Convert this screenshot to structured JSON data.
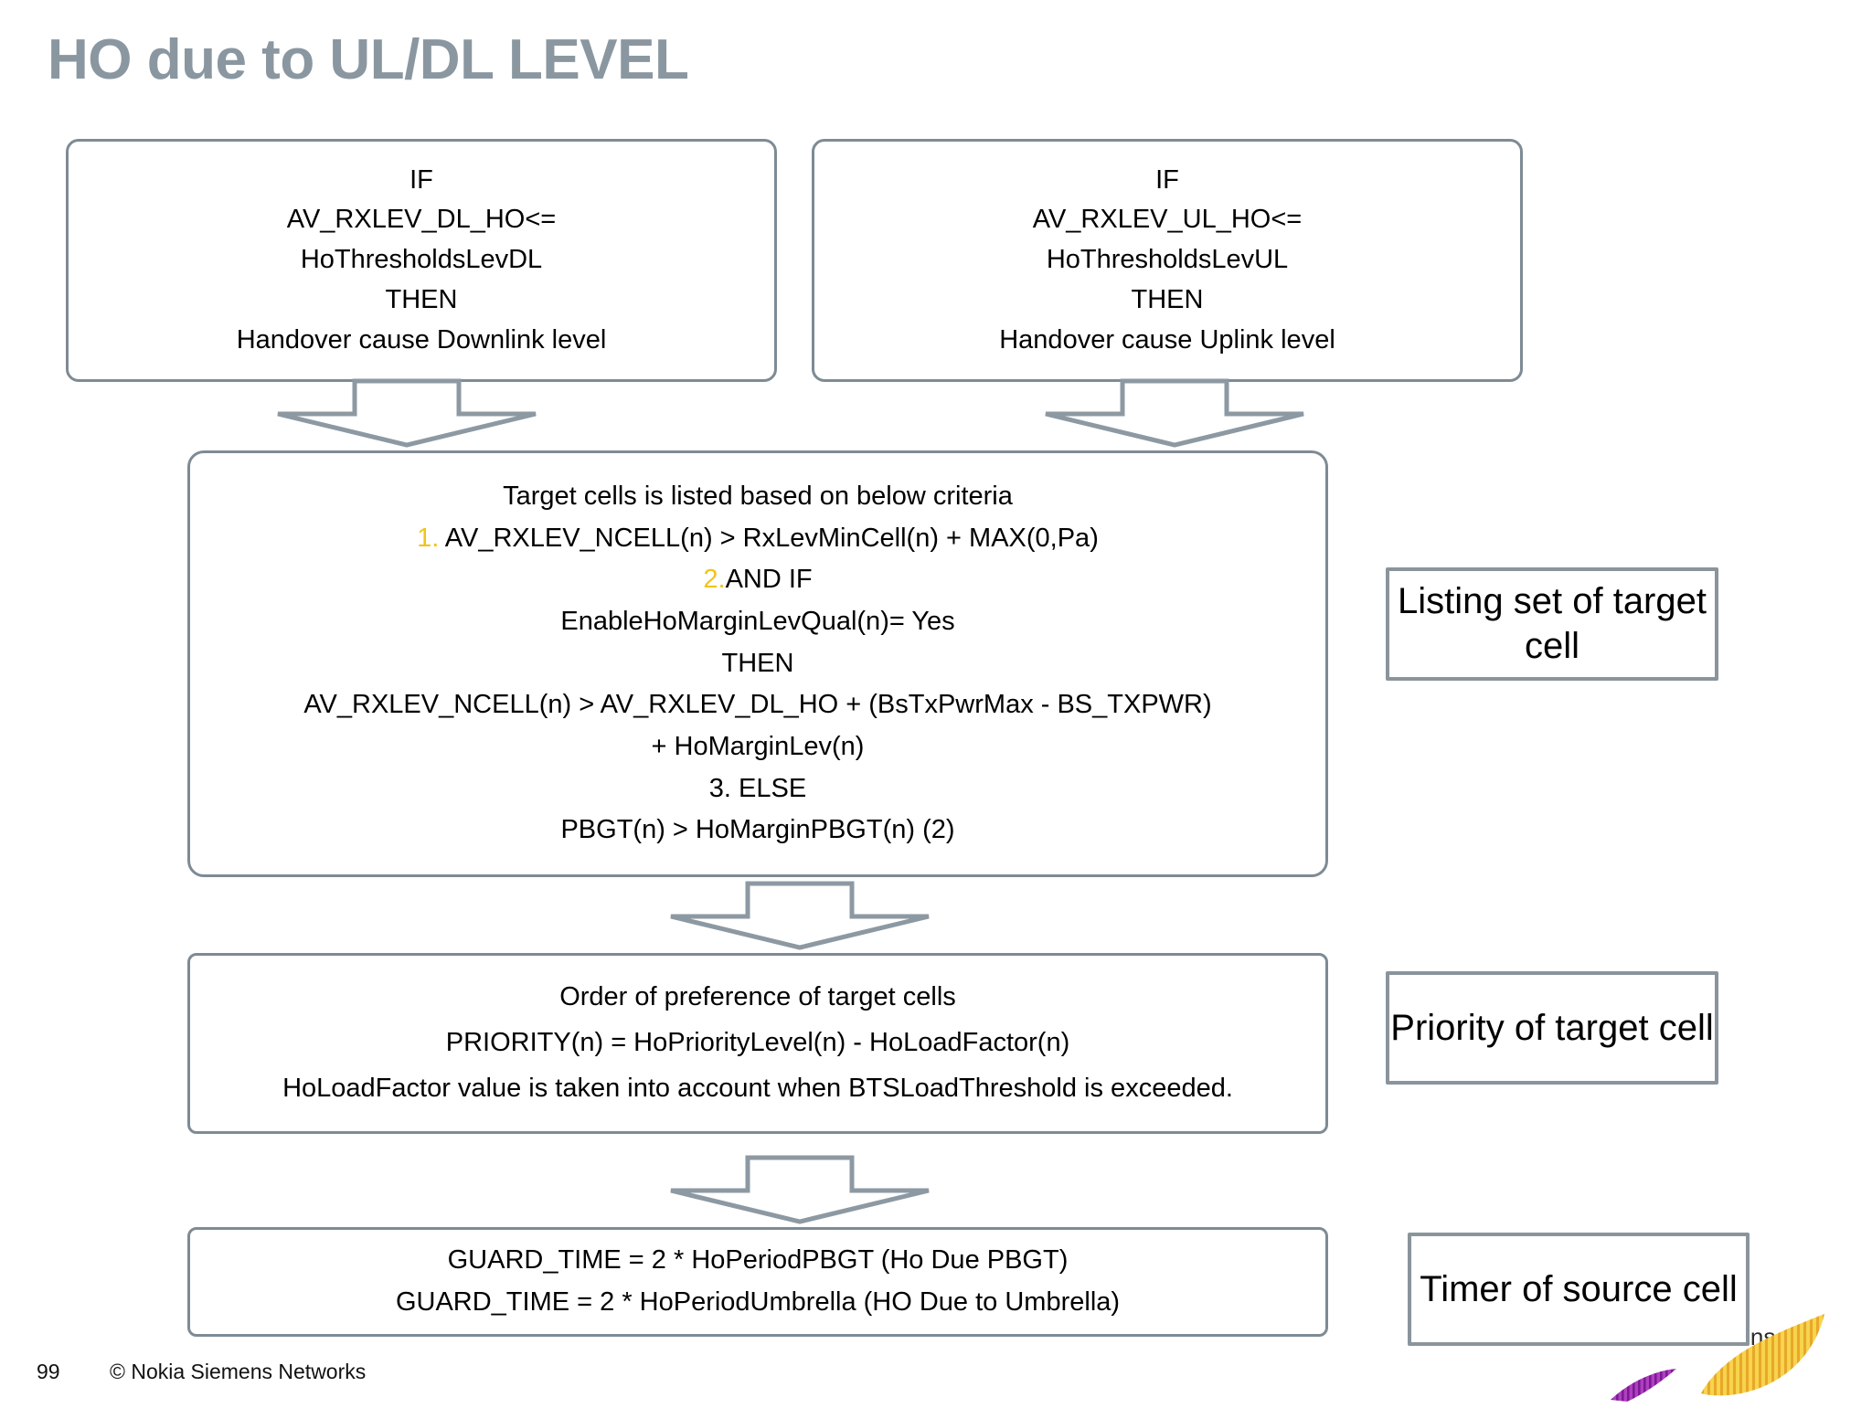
{
  "slide": {
    "title": "HO due to UL/DL LEVEL",
    "page_number": "99",
    "copyright": "© Nokia Siemens Networks"
  },
  "boxes": {
    "downlink_condition": {
      "lines": [
        "IF",
        "AV_RXLEV_DL_HO<=",
        "HoThresholdsLevDL",
        "THEN",
        "Handover cause Downlink level"
      ]
    },
    "uplink_condition": {
      "lines": [
        "IF",
        "AV_RXLEV_UL_HO<=",
        "HoThresholdsLevUL",
        "THEN",
        "Handover cause Uplink level"
      ]
    },
    "criteria": {
      "heading": "Target cells is listed based on below criteria",
      "num1": "1.",
      "line1": " AV_RXLEV_NCELL(n) > RxLevMinCell(n) + MAX(0,Pa)",
      "num2": "2.",
      "line2": "AND IF",
      "line3": "EnableHoMarginLevQual(n)= Yes",
      "line4": "THEN",
      "line5": "AV_RXLEV_NCELL(n) > AV_RXLEV_DL_HO + (BsTxPwrMax - BS_TXPWR)",
      "line6": "+ HoMarginLev(n)",
      "line7": "3. ELSE",
      "line8": "PBGT(n) > HoMarginPBGT(n) (2)"
    },
    "priority": {
      "line1": "Order of preference of target cells",
      "line2": "PRIORITY(n) = HoPriorityLevel(n) - HoLoadFactor(n)",
      "line3": "HoLoadFactor value is taken into account when BTSLoadThreshold is exceeded."
    },
    "guard_time": {
      "line1": "GUARD_TIME = 2 * HoPeriodPBGT (Ho Due PBGT)",
      "line2": "GUARD_TIME = 2 * HoPeriodUmbrella (HO Due to Umbrella)"
    }
  },
  "annotations": {
    "listing": "Listing set of target cell",
    "priority": "Priority of target cell",
    "timer": "Timer of source cell"
  },
  "colors": {
    "title_gray": "#8a97a0",
    "box_border": "#7e8b95",
    "sidebox_border": "#8a949c",
    "number_accent": "#f2c415",
    "logo_yellow": "#f5c518",
    "logo_purple": "#9c27b0",
    "text_black": "#000000"
  }
}
